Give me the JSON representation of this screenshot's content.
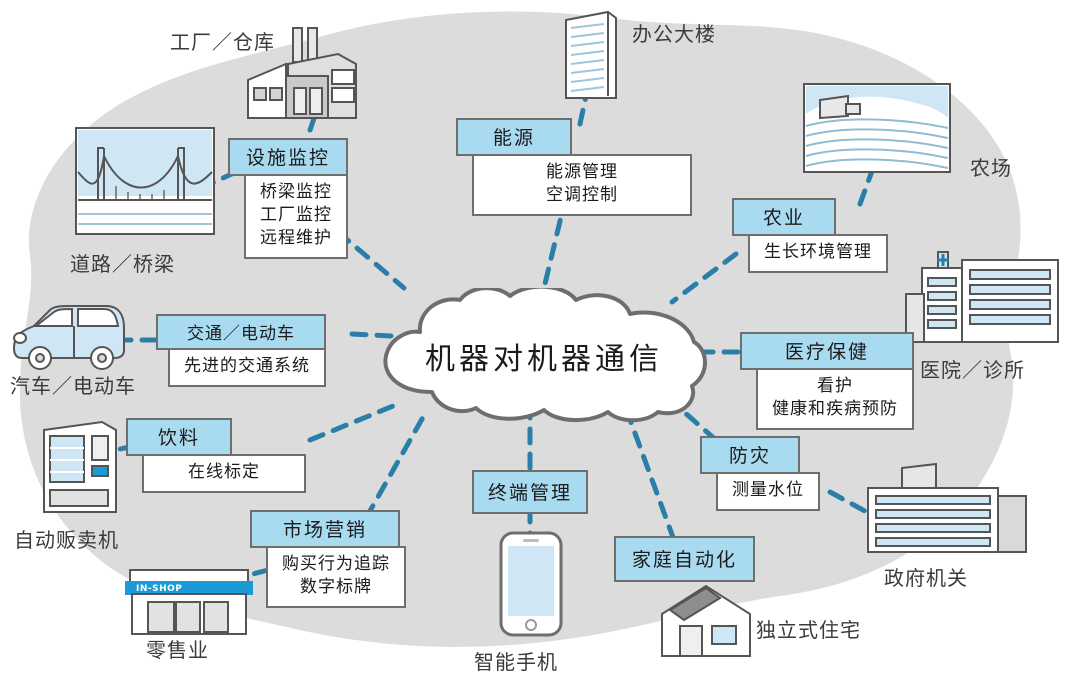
{
  "diagram": {
    "title": "机器对机器通信",
    "center": {
      "label": "机器对机器通信",
      "name": "m2m-cloud"
    },
    "colors": {
      "header_fill": "#a8daf0",
      "body_fill": "#ffffff",
      "stroke": "#6e6e6e",
      "edge": "#2a7fa8",
      "blob": "#dcdcdc",
      "icon_blue": "#cfe7f5",
      "sign_blue": "#1a9ad7"
    },
    "categories": [
      {
        "id": "facility-monitoring",
        "title": "设施监控",
        "items": [
          "桥梁监控",
          "工厂监控",
          "远程维护"
        ]
      },
      {
        "id": "energy",
        "title": "能源",
        "items": [
          "能源管理",
          "空调控制"
        ]
      },
      {
        "id": "agriculture",
        "title": "农业",
        "items": [
          "生长环境管理"
        ]
      },
      {
        "id": "healthcare",
        "title": "医疗保健",
        "items": [
          "看护",
          "健康和疾病预防"
        ]
      },
      {
        "id": "disaster-prevention",
        "title": "防灾",
        "items": [
          "测量水位"
        ]
      },
      {
        "id": "home-automation",
        "title": "家庭自动化",
        "items": []
      },
      {
        "id": "marketing",
        "title": "市场营销",
        "items": [
          "购买行为追踪",
          "数字标牌"
        ]
      },
      {
        "id": "beverage",
        "title": "饮料",
        "items": [
          "在线标定"
        ]
      },
      {
        "id": "transport-ev",
        "title": "交通／电动车",
        "items": [
          "先进的交通系统"
        ]
      },
      {
        "id": "terminal-management",
        "title": "终端管理",
        "items": []
      }
    ],
    "places": [
      {
        "id": "factory-warehouse",
        "label": "工厂／仓库",
        "icon": "factory-icon"
      },
      {
        "id": "office-building",
        "label": "办公大楼",
        "icon": "office-building-icon"
      },
      {
        "id": "farm",
        "label": "农场",
        "icon": "farm-icon"
      },
      {
        "id": "hospital-clinic",
        "label": "医院／诊所",
        "icon": "hospital-icon"
      },
      {
        "id": "government-office",
        "label": "政府机关",
        "icon": "government-building-icon"
      },
      {
        "id": "detached-house",
        "label": "独立式住宅",
        "icon": "house-icon"
      },
      {
        "id": "smartphone",
        "label": "智能手机",
        "icon": "smartphone-icon"
      },
      {
        "id": "retail",
        "label": "零售业",
        "icon": "convenience-store-icon"
      },
      {
        "id": "vending-machine",
        "label": "自动贩卖机",
        "icon": "vending-machine-icon"
      },
      {
        "id": "car-ev",
        "label": "汽车／电动车",
        "icon": "car-icon"
      },
      {
        "id": "road-bridge",
        "label": "道路／桥梁",
        "icon": "bridge-icon"
      }
    ],
    "shop_sign": "IN-SHOP"
  }
}
